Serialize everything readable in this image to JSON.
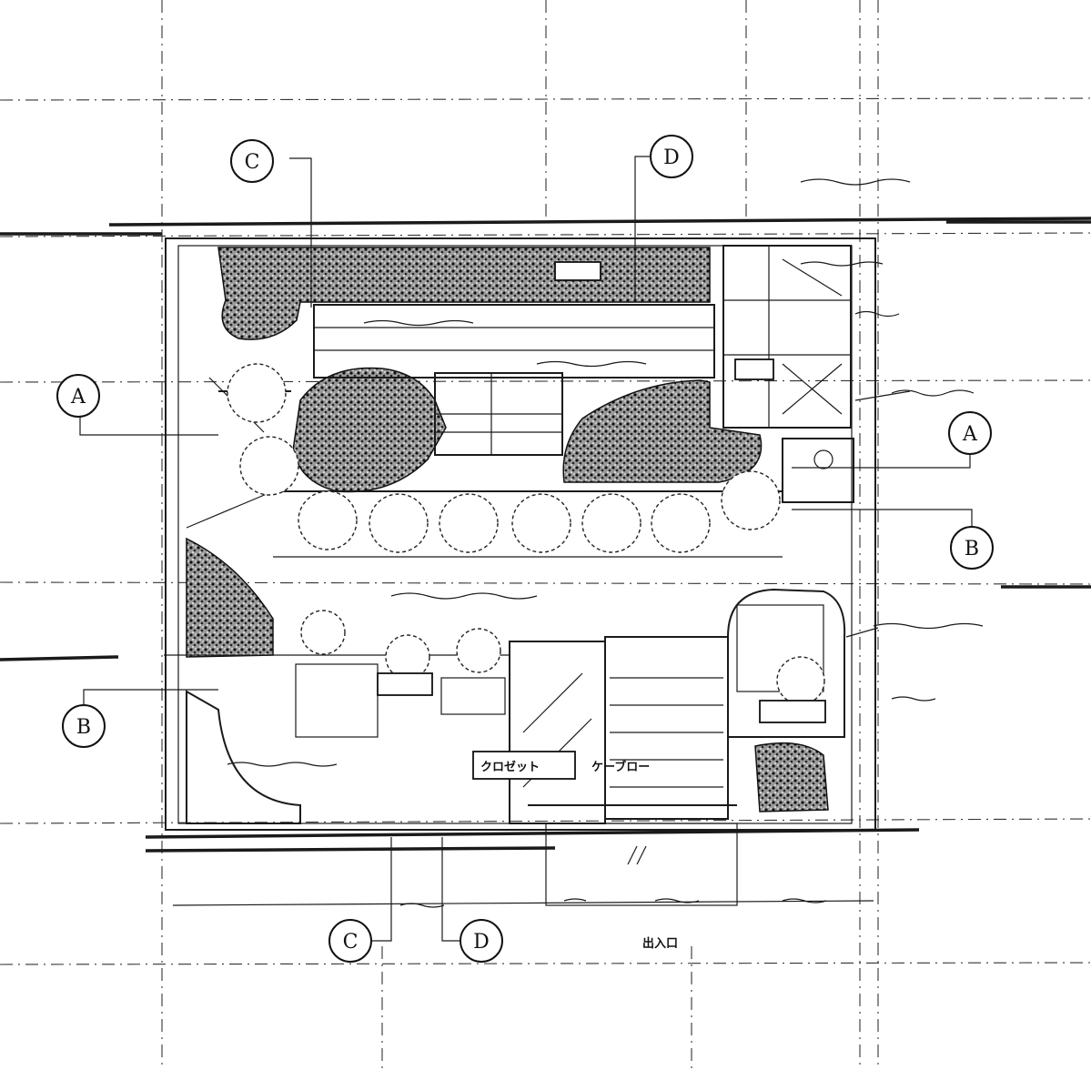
{
  "section_markers": {
    "a_left": "A",
    "a_right": "A",
    "b_left": "B",
    "b_right": "B",
    "c_top": "C",
    "c_bottom": "C",
    "d_top": "D",
    "d_bottom": "D"
  },
  "rooms": {
    "closet": "クロゼット",
    "counter": "ケーブロー",
    "entrance": "出入口"
  }
}
